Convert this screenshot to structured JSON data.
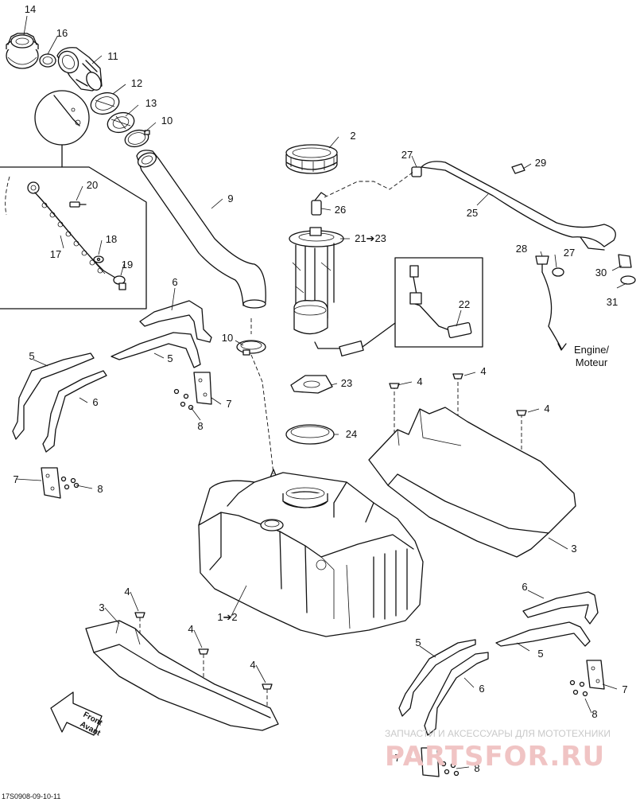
{
  "callouts": [
    {
      "id": "c14",
      "text": "14"
    },
    {
      "id": "c16",
      "text": "16"
    },
    {
      "id": "c11",
      "text": "11"
    },
    {
      "id": "c12",
      "text": "12"
    },
    {
      "id": "c13",
      "text": "13"
    },
    {
      "id": "c10a",
      "text": "10"
    },
    {
      "id": "c9",
      "text": "9"
    },
    {
      "id": "c20",
      "text": "20"
    },
    {
      "id": "c18",
      "text": "18"
    },
    {
      "id": "c17",
      "text": "17"
    },
    {
      "id": "c19",
      "text": "19"
    },
    {
      "id": "c2",
      "text": "2"
    },
    {
      "id": "c26",
      "text": "26"
    },
    {
      "id": "c21",
      "text": "21➔23"
    },
    {
      "id": "c27a",
      "text": "27"
    },
    {
      "id": "c29",
      "text": "29"
    },
    {
      "id": "c25",
      "text": "25"
    },
    {
      "id": "c28",
      "text": "28"
    },
    {
      "id": "c27b",
      "text": "27"
    },
    {
      "id": "c30",
      "text": "30"
    },
    {
      "id": "c31",
      "text": "31"
    },
    {
      "id": "c22",
      "text": "22"
    },
    {
      "id": "c10b",
      "text": "10"
    },
    {
      "id": "c23",
      "text": "23"
    },
    {
      "id": "c24",
      "text": "24"
    },
    {
      "id": "c6a",
      "text": "6"
    },
    {
      "id": "c5a",
      "text": "5"
    },
    {
      "id": "c5b",
      "text": "5"
    },
    {
      "id": "c6b",
      "text": "6"
    },
    {
      "id": "c7a",
      "text": "7"
    },
    {
      "id": "c8a",
      "text": "8"
    },
    {
      "id": "c7b",
      "text": "7"
    },
    {
      "id": "c8b",
      "text": "8"
    },
    {
      "id": "c4a",
      "text": "4"
    },
    {
      "id": "c4b",
      "text": "4"
    },
    {
      "id": "c4c",
      "text": "4"
    },
    {
      "id": "c3a",
      "text": "3"
    },
    {
      "id": "c12b",
      "text": "1➔2"
    },
    {
      "id": "c4d",
      "text": "4"
    },
    {
      "id": "c3b",
      "text": "3"
    },
    {
      "id": "c4e",
      "text": "4"
    },
    {
      "id": "c4f",
      "text": "4"
    },
    {
      "id": "c6c",
      "text": "6"
    },
    {
      "id": "c5c",
      "text": "5"
    },
    {
      "id": "c5d",
      "text": "5"
    },
    {
      "id": "c6d",
      "text": "6"
    },
    {
      "id": "c7c",
      "text": "7"
    },
    {
      "id": "c8c",
      "text": "8"
    },
    {
      "id": "c7d",
      "text": "7"
    },
    {
      "id": "c8d",
      "text": "8"
    }
  ],
  "engine_label_en": "Engine/",
  "engine_label_fr": "Moteur",
  "front_label_en": "Front",
  "front_label_fr": "Avant",
  "drawing_code": "17S0908-09-10-11",
  "watermark_caption": "ЗАПЧАСТИ И АКСЕССУАРЫ ДЛЯ МОТОТЕХНИКИ",
  "watermark_logo": "PARTSFOR.RU",
  "colors": {
    "line": "#111111",
    "watermark_caption": "#c9c9c9",
    "watermark_logo": "#f0c4c4"
  }
}
